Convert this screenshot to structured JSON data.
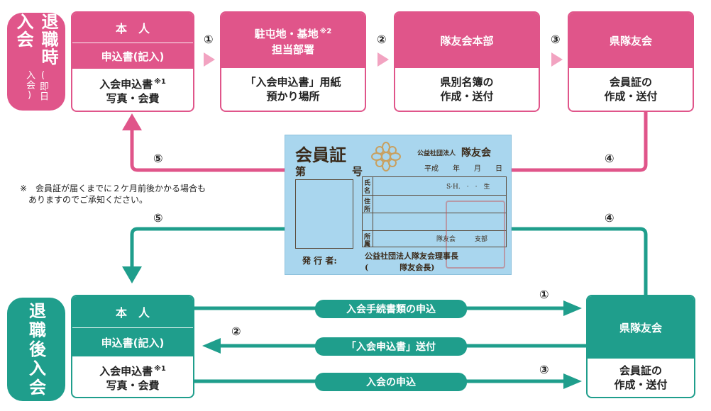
{
  "before": {
    "side_label": "退職時入会",
    "side_sublabel": "(即日入会)",
    "step1": {
      "header": "本　人",
      "sub": "申込書(記入)",
      "line1": "入会申込書",
      "sup": "※1",
      "line2": "写真・会費"
    },
    "step2": {
      "header1": "駐屯地・基地",
      "sup": "※2",
      "header2": "担当部署",
      "line1": "「入会申込書」用紙",
      "line2": "預かり場所"
    },
    "step3": {
      "header": "隊友会本部",
      "line1": "県別名簿の",
      "line2": "作成・送付"
    },
    "step4": {
      "header": "県隊友会",
      "line1": "会員証の",
      "line2": "作成・送付"
    },
    "num1": "①",
    "num2": "②",
    "num3": "③",
    "num4": "④",
    "num5": "⑤"
  },
  "note": {
    "line1": "※　会員証が届くまでに２ケ月前後かかる場合も",
    "line2": "ありますのでご承知ください。"
  },
  "card": {
    "title": "会員証",
    "no_left": "第",
    "no_right": "号",
    "org_small": "公益社団法人",
    "org": "隊友会",
    "date": "平成　　年　　月　　日",
    "f_name1": "氏",
    "f_name2": "名",
    "birth": "S·H.　·　·　生",
    "f_addr1": "住",
    "f_addr2": "所",
    "f_aff1": "所",
    "f_aff2": "属",
    "aff_text": "隊友会　　　支部",
    "issuer": "発 行 者:",
    "issuer_line1": "公益社団法人隊友会理事長",
    "issuer_line2": "(　　　　隊友会長)"
  },
  "after": {
    "side_label": "退職後入会",
    "left": {
      "header": "本　人",
      "sub": "申込書(記入)",
      "line1": "入会申込書",
      "sup": "※1",
      "line2": "写真・会費"
    },
    "right": {
      "header": "県隊友会",
      "line1": "会員証の",
      "line2": "作成・送付"
    },
    "arrow1": "入会手続書類の申込",
    "arrow2": "「入会申込書」送付",
    "arrow3": "入会の申込",
    "num1": "①",
    "num2": "②",
    "num3": "③",
    "num4": "④",
    "num5": "⑤"
  },
  "colors": {
    "pink": "#e0558a",
    "pink_arrow": "#f2a3c1",
    "teal": "#1f9e8c",
    "card": "#a9d6ee"
  }
}
